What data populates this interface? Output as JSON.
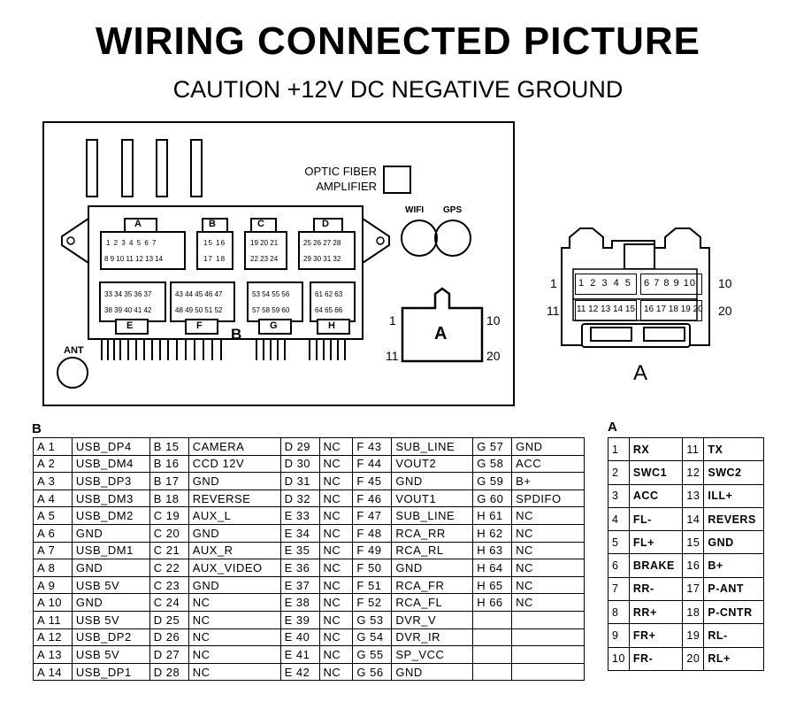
{
  "title": "WIRING CONNECTED PICTURE",
  "subtitle": "CAUTION +12V DC NEGATIVE GROUND",
  "unit": {
    "optic_line1": "OPTIC FIBER",
    "optic_line2": "AMPLIFIER",
    "wifi": "WIFI",
    "gps": "GPS",
    "ant": "ANT",
    "b_label": "B",
    "a_plug_label": "A",
    "a_plug_pin_tl": "1",
    "a_plug_pin_tr": "10",
    "a_plug_pin_bl": "11",
    "a_plug_pin_br": "20",
    "connectors": [
      {
        "name": "A",
        "row1": "1 2 3 4 5 6 7",
        "row2": "8 9 10 11 12 13 14"
      },
      {
        "name": "B",
        "row1": "15 16",
        "row2": "17 18"
      },
      {
        "name": "C",
        "row1": "19 20 21",
        "row2": "22 23 24"
      },
      {
        "name": "D",
        "row1": "25 26 27 28",
        "row2": "29 30 31 32"
      },
      {
        "name": "E",
        "row1": "33 34 35 36 37",
        "row2": "38 39 40 41 42"
      },
      {
        "name": "F",
        "row1": "43 44 45 46 47",
        "row2": "48 49 50 51 52"
      },
      {
        "name": "G",
        "row1": "53 54 55 56",
        "row2": "57 58 59 60"
      },
      {
        "name": "H",
        "row1": "61 62 63",
        "row2": "64 65 66"
      }
    ]
  },
  "plug": {
    "label": "A",
    "pin_l1": "1",
    "pin_r1": "10",
    "pin_l2": "11",
    "pin_r2": "20",
    "row1": [
      "1",
      "2",
      "3",
      "4",
      "5",
      "6",
      "7",
      "8",
      "9",
      "10"
    ],
    "row2": [
      "11",
      "12",
      "13",
      "14",
      "15",
      "16",
      "17",
      "18",
      "19",
      "20"
    ]
  },
  "table_b": {
    "heading": "B",
    "rows": [
      [
        "A 1",
        "USB_DP4",
        "B 15",
        "CAMERA",
        "D 29",
        "NC",
        "F 43",
        "SUB_LINE",
        "G 57",
        "GND"
      ],
      [
        "A 2",
        "USB_DM4",
        "B 16",
        "CCD 12V",
        "D 30",
        "NC",
        "F 44",
        "VOUT2",
        "G 58",
        "ACC"
      ],
      [
        "A 3",
        "USB_DP3",
        "B 17",
        "GND",
        "D 31",
        "NC",
        "F 45",
        "GND",
        "G 59",
        "B+"
      ],
      [
        "A 4",
        "USB_DM3",
        "B 18",
        "REVERSE",
        "D 32",
        "NC",
        "F 46",
        "VOUT1",
        "G 60",
        "SPDIFO"
      ],
      [
        "A 5",
        "USB_DM2",
        "C 19",
        "AUX_L",
        "E 33",
        "NC",
        "F 47",
        "SUB_LINE",
        "H 61",
        "NC"
      ],
      [
        "A 6",
        "GND",
        "C 20",
        "GND",
        "E 34",
        "NC",
        "F 48",
        "RCA_RR",
        "H 62",
        "NC"
      ],
      [
        "A 7",
        "USB_DM1",
        "C 21",
        "AUX_R",
        "E 35",
        "NC",
        "F 49",
        "RCA_RL",
        "H 63",
        "NC"
      ],
      [
        "A 8",
        "GND",
        "C 22",
        "AUX_VIDEO",
        "E 36",
        "NC",
        "F 50",
        "GND",
        "H 64",
        "NC"
      ],
      [
        "A 9",
        "USB 5V",
        "C 23",
        "GND",
        "E 37",
        "NC",
        "F 51",
        "RCA_FR",
        "H 65",
        "NC"
      ],
      [
        "A 10",
        "GND",
        "C 24",
        "NC",
        "E 38",
        "NC",
        "F 52",
        "RCA_FL",
        "H 66",
        "NC"
      ],
      [
        "A 11",
        "USB 5V",
        "D 25",
        "NC",
        "E 39",
        "NC",
        "G 53",
        "DVR_V",
        "",
        ""
      ],
      [
        "A 12",
        "USB_DP2",
        "D 26",
        "NC",
        "E 40",
        "NC",
        "G 54",
        "DVR_IR",
        "",
        ""
      ],
      [
        "A 13",
        "USB 5V",
        "D 27",
        "NC",
        "E 41",
        "NC",
        "G 55",
        "SP_VCC",
        "",
        ""
      ],
      [
        "A 14",
        "USB_DP1",
        "D 28",
        "NC",
        "E 42",
        "NC",
        "G 56",
        "GND",
        "",
        ""
      ]
    ]
  },
  "table_a": {
    "heading": "A",
    "rows": [
      [
        "1",
        "RX",
        "11",
        "TX"
      ],
      [
        "2",
        "SWC1",
        "12",
        "SWC2"
      ],
      [
        "3",
        "ACC",
        "13",
        "ILL+"
      ],
      [
        "4",
        "FL-",
        "14",
        "REVERS"
      ],
      [
        "5",
        "FL+",
        "15",
        "GND"
      ],
      [
        "6",
        "BRAKE",
        "16",
        "B+"
      ],
      [
        "7",
        "RR-",
        "17",
        "P-ANT"
      ],
      [
        "8",
        "RR+",
        "18",
        "P-CNTR"
      ],
      [
        "9",
        "FR+",
        "19",
        "RL-"
      ],
      [
        "10",
        "FR-",
        "20",
        "RL+"
      ]
    ]
  }
}
